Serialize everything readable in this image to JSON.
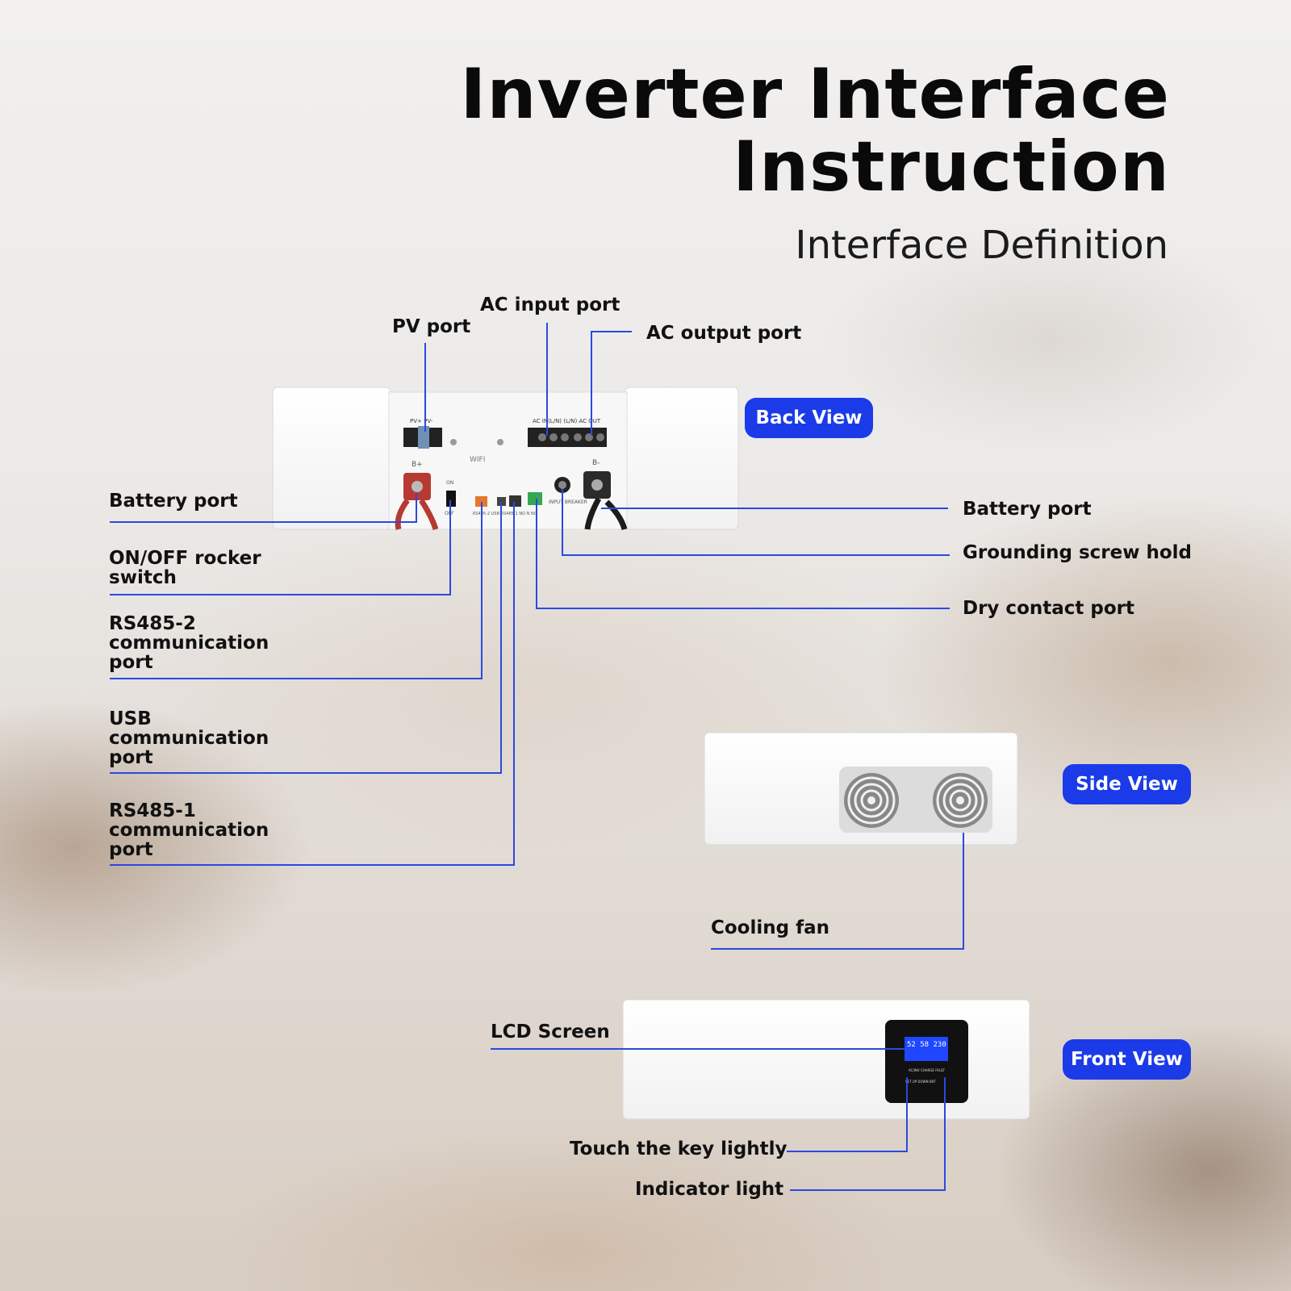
{
  "header": {
    "title_line1": "Inverter Interface",
    "title_line2": "Instruction",
    "subtitle": "Interface Definition"
  },
  "views": {
    "back": "Back View",
    "side": "Side View",
    "front": "Front View"
  },
  "labels": {
    "pv_port": "PV port",
    "ac_input_port": "AC input port",
    "ac_output_port": "AC output port",
    "battery_port_left": "Battery port",
    "on_off_switch": "ON/OFF rocker switch",
    "rs485_2": "RS485-2 communication port",
    "usb_port": "USB communication port",
    "rs485_1": "RS485-1 communication port",
    "battery_port_right": "Battery port",
    "grounding_screw": "Grounding screw hold",
    "dry_contact": "Dry contact port",
    "cooling_fan": "Cooling fan",
    "lcd_screen": "LCD Screen",
    "touch_key": "Touch the key lightly",
    "indicator_light": "Indicator light"
  },
  "device_markings": {
    "pv": "PV+  PV-",
    "ac": "AC IN(L/N)   (L/N) AC OUT",
    "wifi": "WIFI",
    "b_plus": "B+",
    "b_minus": "B-",
    "on": "ON",
    "off": "OFF",
    "ports_row": "RS485-2  USB  RS485-1  NO  N  NC",
    "breaker": "INPUT BREAKER",
    "lcd_indicators": "AC/INV  CHARGE  FAULT",
    "lcd_keys": "SET   UP   DOWN   ENT"
  },
  "colors": {
    "accent": "#1b3be8",
    "leader": "#2b49e0",
    "text": "#111111"
  }
}
